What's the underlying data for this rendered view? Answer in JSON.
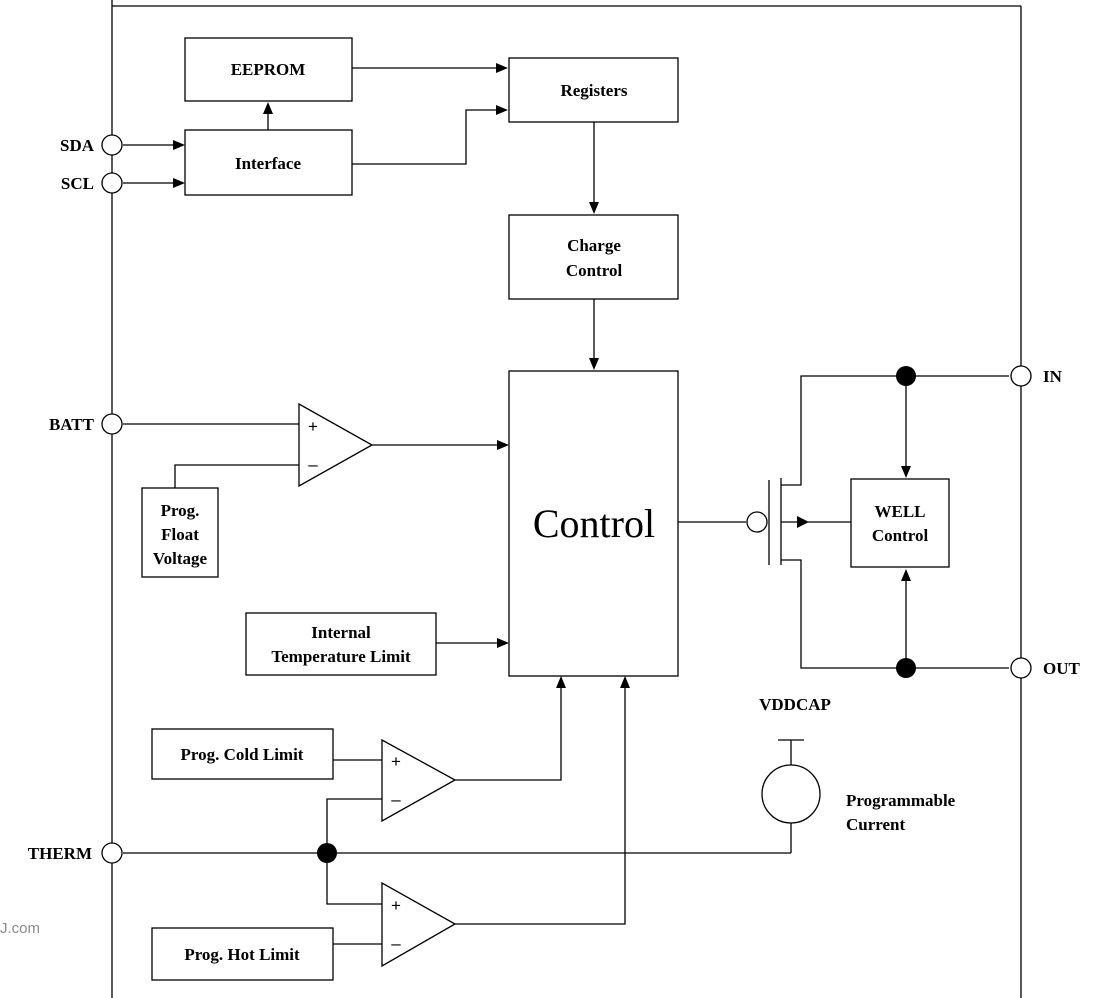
{
  "blocks": {
    "eeprom": "EEPROM",
    "registers": "Registers",
    "interface": "Interface",
    "charge_control": [
      "Charge",
      "Control"
    ],
    "control": "Control",
    "prog_float_voltage": [
      "Prog.",
      "Float",
      "Voltage"
    ],
    "internal_temp_limit": [
      "Internal",
      "Temperature Limit"
    ],
    "well_control": [
      "WELL",
      "Control"
    ],
    "prog_cold_limit": "Prog. Cold Limit",
    "prog_hot_limit": "Prog. Hot Limit",
    "programmable_current": [
      "Programmable",
      "Current"
    ]
  },
  "pins": {
    "sda": "SDA",
    "scl": "SCL",
    "batt": "BATT",
    "therm": "THERM",
    "in": "IN",
    "out": "OUT",
    "vddcap": "VDDCAP"
  },
  "comparator_signs": {
    "plus": "+",
    "minus": "–"
  },
  "watermark": "J.com"
}
